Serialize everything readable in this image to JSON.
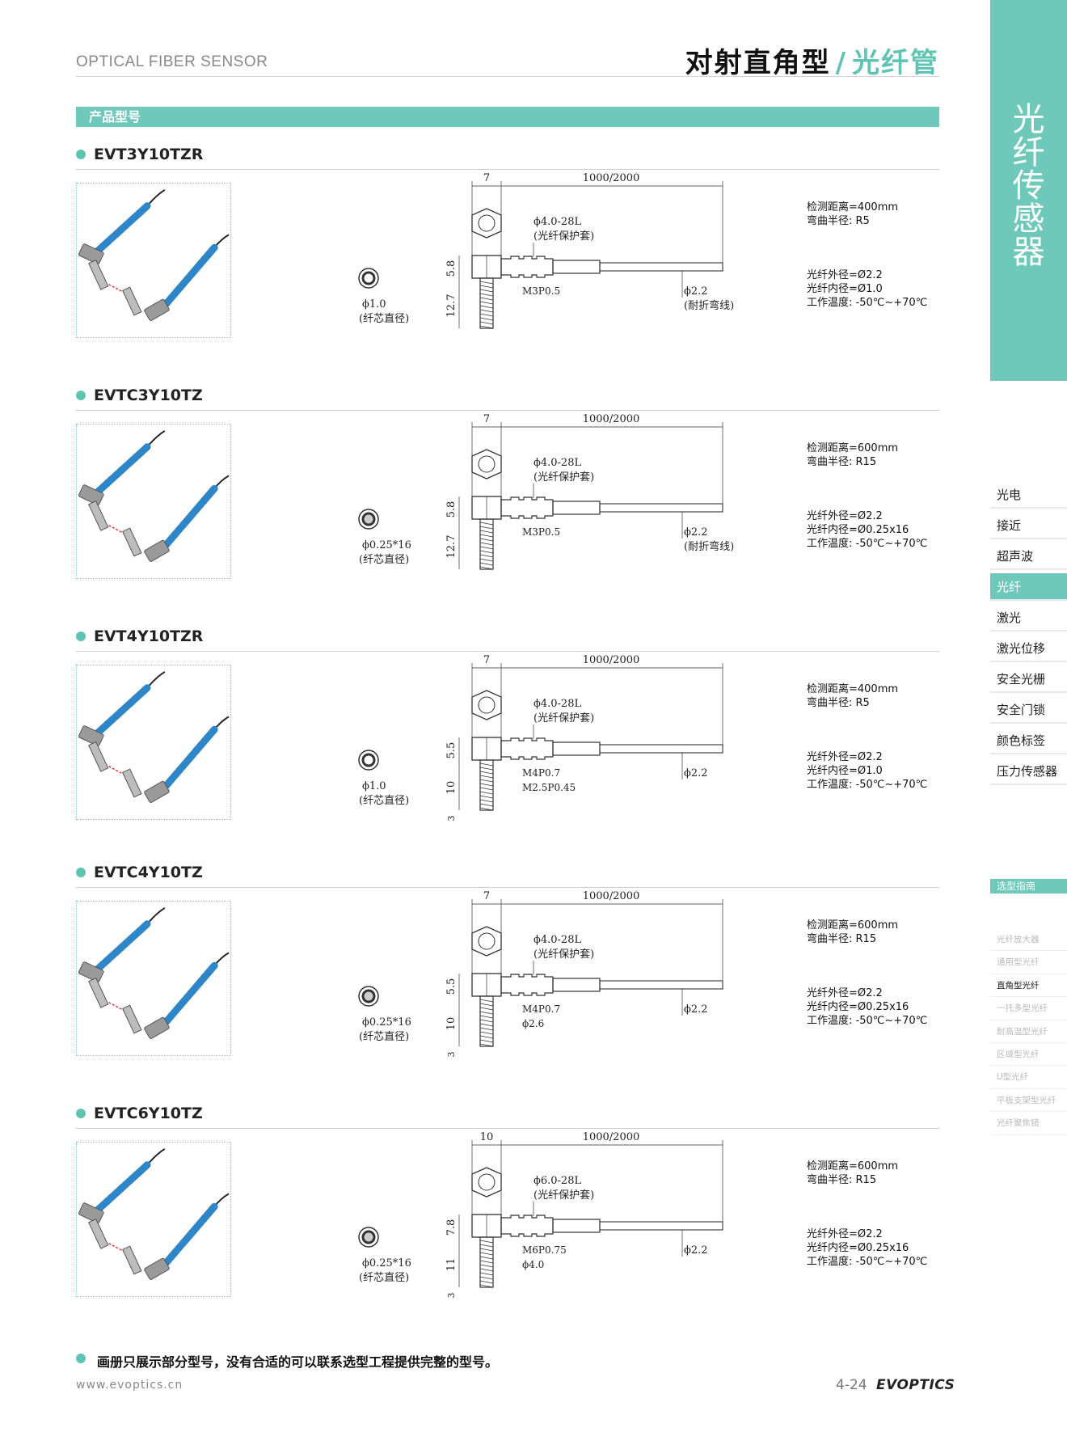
{
  "header": {
    "left": "OPTICAL FIBER SENSOR",
    "title": "对射直角型",
    "separator": "/",
    "subtitle": "光纤管"
  },
  "section": "产品型号",
  "products": [
    {
      "model": "EVT3Y10TZR",
      "dims": {
        "flat": "7",
        "length": "1000/2000",
        "tube": "ϕ4.0-28L",
        "tube_note": "(光纤保护套)",
        "head_h": "5.8",
        "thread_h": "12.7",
        "thread": "M3P0.5",
        "core": "ϕ1.0",
        "core_note": "(纤芯直径)",
        "outer": "ϕ2.2",
        "outer_note": "(耐折弯线)",
        "thread2": "",
        "tip_h": ""
      },
      "spec_a": [
        "检测距离=400mm",
        "弯曲半径: R5"
      ],
      "spec_b": [
        "光纤外径=Ø2.2",
        "光纤内径=Ø1.0",
        "工作温度: -50℃~+70℃"
      ]
    },
    {
      "model": "EVTC3Y10TZ",
      "dims": {
        "flat": "7",
        "length": "1000/2000",
        "tube": "ϕ4.0-28L",
        "tube_note": "(光纤保护套)",
        "head_h": "5.8",
        "thread_h": "12.7",
        "thread": "M3P0.5",
        "core": "ϕ0.25*16",
        "core_note": "(纤芯直径)",
        "outer": "ϕ2.2",
        "outer_note": "(耐折弯线)",
        "thread2": "",
        "tip_h": ""
      },
      "spec_a": [
        "检测距离=600mm",
        "弯曲半径: R15"
      ],
      "spec_b": [
        "光纤外径=Ø2.2",
        "光纤内径=Ø0.25x16",
        "工作温度: -50℃~+70℃"
      ]
    },
    {
      "model": "EVT4Y10TZR",
      "dims": {
        "flat": "7",
        "length": "1000/2000",
        "tube": "ϕ4.0-28L",
        "tube_note": "(光纤保护套)",
        "head_h": "5.5",
        "thread_h": "10",
        "thread": "M4P0.7",
        "core": "ϕ1.0",
        "core_note": "(纤芯直径)",
        "outer": "ϕ2.2",
        "outer_note": "",
        "thread2": "M2.5P0.45",
        "tip_h": "3"
      },
      "spec_a": [
        "检测距离=400mm",
        "弯曲半径: R5"
      ],
      "spec_b": [
        "光纤外径=Ø2.2",
        "光纤内径=Ø1.0",
        "工作温度: -50℃~+70℃"
      ]
    },
    {
      "model": "EVTC4Y10TZ",
      "dims": {
        "flat": "7",
        "length": "1000/2000",
        "tube": "ϕ4.0-28L",
        "tube_note": "(光纤保护套)",
        "head_h": "5.5",
        "thread_h": "10",
        "thread": "M4P0.7",
        "core": "ϕ0.25*16",
        "core_note": "(纤芯直径)",
        "outer": "ϕ2.2",
        "outer_note": "",
        "thread2": "ϕ2.6",
        "tip_h": "3"
      },
      "spec_a": [
        "检测距离=600mm",
        "弯曲半径: R15"
      ],
      "spec_b": [
        "光纤外径=Ø2.2",
        "光纤内径=Ø0.25x16",
        "工作温度: -50℃~+70℃"
      ]
    },
    {
      "model": "EVTC6Y10TZ",
      "dims": {
        "flat": "10",
        "length": "1000/2000",
        "tube": "ϕ6.0-28L",
        "tube_note": "(光纤保护套)",
        "head_h": "7.8",
        "thread_h": "11",
        "thread": "M6P0.75",
        "core": "ϕ0.25*16",
        "core_note": "(纤芯直径)",
        "outer": "ϕ2.2",
        "outer_note": "",
        "thread2": "ϕ4.0",
        "tip_h": "3"
      },
      "spec_a": [
        "检测距离=600mm",
        "弯曲半径: R15"
      ],
      "spec_b": [
        "光纤外径=Ø2.2",
        "光纤内径=Ø0.25x16",
        "工作温度: -50℃~+70℃"
      ]
    }
  ],
  "sidebar": {
    "title_chars": [
      "光",
      "纤",
      "传",
      "感",
      "器"
    ],
    "categories": [
      "光电",
      "接近",
      "超声波",
      "光纤",
      "激光",
      "激光位移",
      "安全光栅",
      "安全门锁",
      "颜色标签",
      "压力传感器"
    ],
    "active_category": "光纤",
    "guide_label": "选型指南",
    "guide_items": [
      "光纤放大器",
      "通用型光纤",
      "直角型光纤",
      "一托多型光纤",
      "耐高温型光纤",
      "区域型光纤",
      "U型光纤",
      "平板支架型光纤",
      "光纤聚焦镜"
    ],
    "active_guide": "直角型光纤"
  },
  "footnote": "画册只展示部分型号，没有合适的可以联系选型工程提供完整的型号。",
  "footer": {
    "url": "www.evoptics.cn",
    "page": "4-24",
    "brand": "EVOPTICS"
  },
  "colors": {
    "accent": "#6ec9ba",
    "fiber_blue": "#2e86c9"
  }
}
